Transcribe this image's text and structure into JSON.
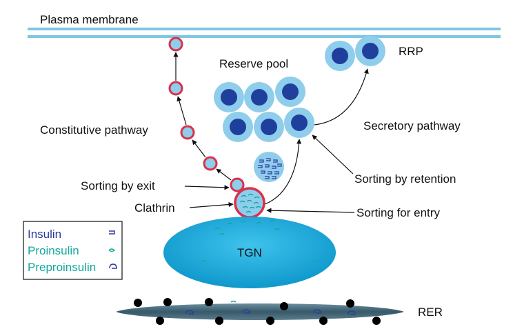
{
  "labels": {
    "plasma_membrane": "Plasma membrane",
    "reserve_pool": "Reserve pool",
    "rrp": "RRP",
    "constitutive_pathway": "Constitutive pathway",
    "secretory_pathway": "Secretory pathway",
    "sorting_by_retention": "Sorting by retention",
    "sorting_by_exit": "Sorting by exit",
    "clathrin": "Clathrin",
    "sorting_for_entry": "Sorting for entry",
    "tgn": "TGN",
    "rer": "RER"
  },
  "legend": {
    "items": [
      {
        "label": "Insulin",
        "color": "#2b3a9a",
        "icon": "insulin-glyph"
      },
      {
        "label": "Proinsulin",
        "color": "#14a89c",
        "icon": "proinsulin-glyph"
      },
      {
        "label": "Preproinsulin",
        "color": "#14a89c",
        "icon": "preproinsulin-glyph"
      }
    ]
  },
  "colors": {
    "membrane": "#7fc6e4",
    "granule_outer": "#8fcdec",
    "granule_core": "#1f3f9c",
    "vesicle_rim": "#d8324a",
    "tgn": "#1aa7d8",
    "rer": "#4a6c7c"
  }
}
